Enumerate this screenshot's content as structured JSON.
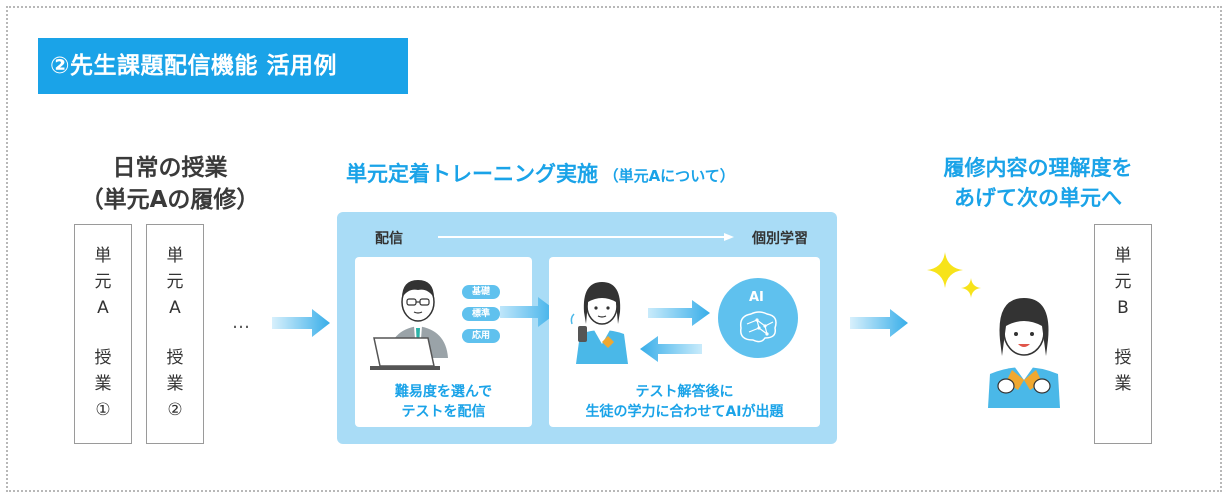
{
  "title": "②先生課題配信機能 活用例",
  "left": {
    "heading_line1": "日常の授業",
    "heading_line2": "（単元Aの履修）",
    "cards": [
      {
        "lines": [
          "単",
          "元",
          "A",
          "授",
          "業",
          "①"
        ]
      },
      {
        "lines": [
          "単",
          "元",
          "A",
          "授",
          "業",
          "②"
        ]
      }
    ],
    "ellipsis": "…"
  },
  "center": {
    "heading_main": "単元定着トレーニング実施",
    "heading_sub": "（単元Aについて）",
    "flow_start": "配信",
    "flow_end": "個別学習",
    "levels": [
      "基礎",
      "標準",
      "応用"
    ],
    "panel1_caption_line1": "難易度を選んで",
    "panel1_caption_line2": "テストを配信",
    "ai_label": "AI",
    "panel2_caption_line1": "テスト解答後に",
    "panel2_caption_line2": "生徒の学力に合わせてAIが出題"
  },
  "right": {
    "heading_line1": "履修内容の理解度を",
    "heading_line2": "あげて次の単元へ",
    "card": {
      "lines": [
        "単",
        "元",
        "B",
        "授",
        "業"
      ]
    }
  },
  "colors": {
    "accent": "#1aa3e8",
    "light_blue": "#a9dcf6",
    "mid_blue": "#5fc1ee",
    "star_yellow": "#f7e31a"
  }
}
